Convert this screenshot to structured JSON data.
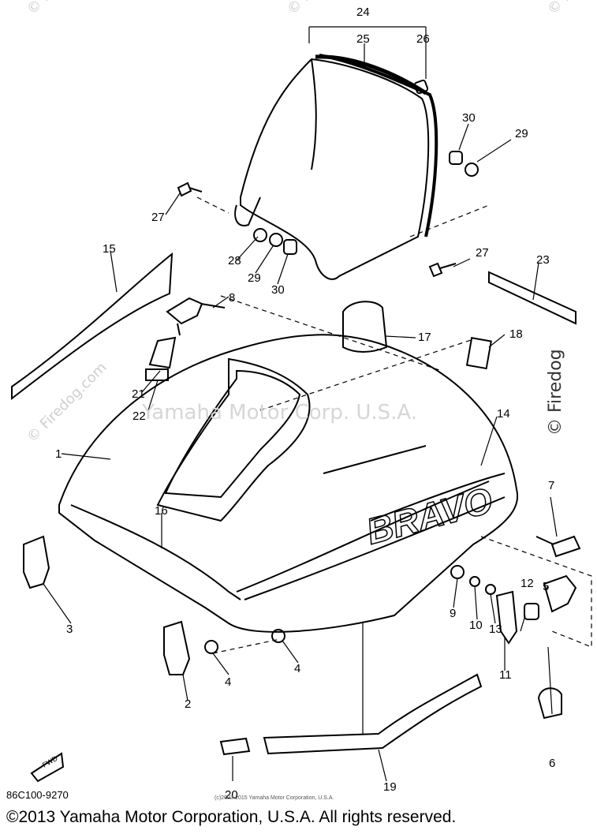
{
  "watermarks": {
    "firedog_tl": "© Firedog",
    "firedog_tm": "© Firedog",
    "firedog_tr": "© Firedog",
    "firedog_right": "© Firedog",
    "firedog_left": "© Firedog.com",
    "center": "Yamaha Motor Corp. U.S.A."
  },
  "brand_decal": "BRAVO",
  "fwd_label": "FWD",
  "callouts": [
    "1",
    "2",
    "3",
    "4",
    "4",
    "5",
    "6",
    "7",
    "8",
    "9",
    "10",
    "11",
    "12",
    "13",
    "14",
    "15",
    "16",
    "17",
    "18",
    "19",
    "20",
    "21",
    "22",
    "23",
    "24",
    "25",
    "26",
    "27",
    "27",
    "28",
    "29",
    "29",
    "30",
    "30"
  ],
  "part_number": "86C100-9270",
  "small_copyright": "(c)2003-2015 Yamaha Motor Corporation, U.S.A.",
  "copyright": "©2013 Yamaha Motor Corporation, U.S.A. All rights reserved.",
  "colors": {
    "ink": "#000000",
    "watermark": "#cfcfcf"
  }
}
